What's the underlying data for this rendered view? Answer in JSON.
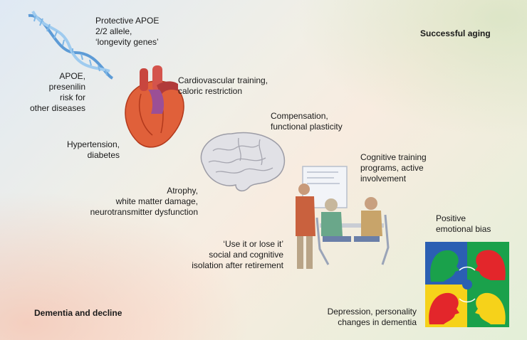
{
  "labels": {
    "protective_apoe": [
      "Protective APOE",
      "2/2 allele,",
      "‘longevity genes’"
    ],
    "apoe_presenilin": [
      "APOE,",
      "presenilin",
      "risk for",
      "other diseases"
    ],
    "cardio": [
      "Cardiovascular training,",
      "caloric restriction"
    ],
    "compensation": [
      "Compensation,",
      "functional plasticity"
    ],
    "hypertension": [
      "Hypertension,",
      "diabetes"
    ],
    "cognitive_training": [
      "Cognitive training",
      "programs, active",
      "involvement"
    ],
    "atrophy": [
      "Atrophy,",
      "white matter damage,",
      "neurotransmitter dysfunction"
    ],
    "positive_bias": [
      "Positive",
      "emotional bias"
    ],
    "use_it": [
      "‘Use it or lose it’",
      "social and cognitive",
      "isolation after retirement"
    ],
    "depression": [
      "Depression, personality",
      "changes in dementia"
    ],
    "successful_aging": "Successful aging",
    "dementia_decline": "Dementia and decline"
  },
  "colors": {
    "heart": "#e0603a",
    "aorta": "#9b4f96",
    "brain": "#d9d9de",
    "dna": "#7fb7e6",
    "panel_green": "#1aa14b",
    "panel_red": "#e3262b",
    "panel_yellow": "#f6d21a",
    "panel_blue": "#2b5fb3"
  },
  "icons": [
    "dna-icon",
    "heart-icon",
    "brain-icon",
    "people-icon",
    "faces-icon"
  ]
}
